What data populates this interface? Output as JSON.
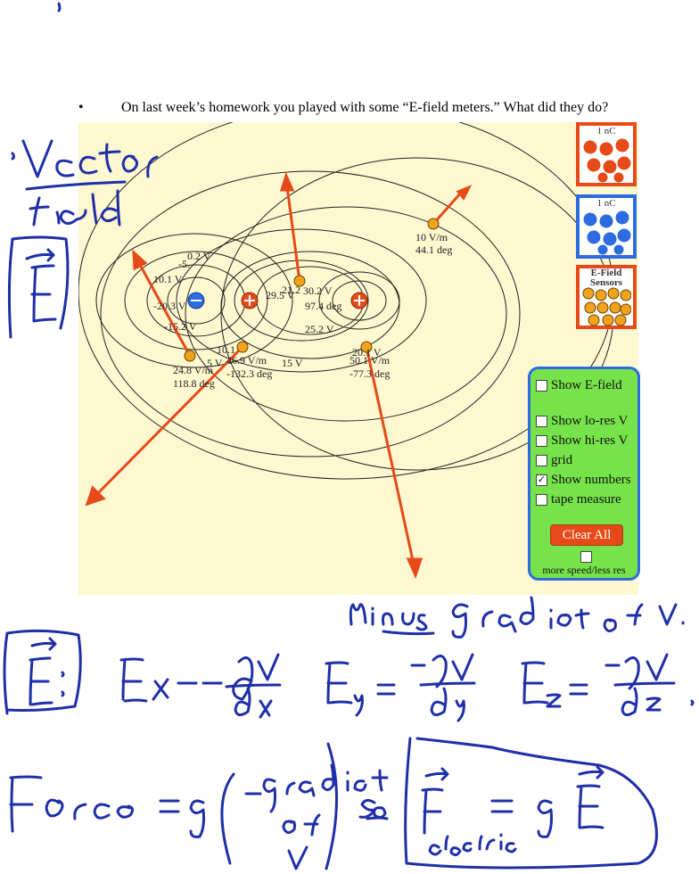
{
  "slide": {
    "bullet": "•",
    "prompt": "On last week’s homework you played with some “E-field meters.” What did they do?"
  },
  "sim": {
    "charge_bins": [
      {
        "label": "1 nC",
        "kind": "positive",
        "color": "#e64a19"
      },
      {
        "label": "1 nC",
        "kind": "negative",
        "color": "#2d6be0"
      }
    ],
    "sensor_bin": {
      "label": "E-Field Sensors",
      "color": "#e64a19"
    },
    "potential_labels": [
      "0.2 V",
      "-5.",
      "10.1 V",
      "-20.3 V",
      "-15.2 V",
      "5 V",
      "10.1",
      "29.5 V",
      "21.2",
      "30.2 V",
      "25.2 V",
      "15 V",
      "20.1 V"
    ],
    "sensors": [
      {
        "magnitude": "10 V/m",
        "angle": "44.1 deg"
      },
      {
        "magnitude": "",
        "angle": "97.4 deg"
      },
      {
        "magnitude": "24.8 V/m",
        "angle": "118.8 deg"
      },
      {
        "magnitude": "46.9 V/m",
        "angle": "-132.3 deg"
      },
      {
        "magnitude": "50.1 V/m",
        "angle": "-77.3 deg"
      }
    ],
    "controls": {
      "show_efield": {
        "label": "Show E-field",
        "checked": false
      },
      "show_lores": {
        "label": "Show lo-res V",
        "checked": false
      },
      "show_hires": {
        "label": "Show hi-res V",
        "checked": false
      },
      "grid": {
        "label": "grid",
        "checked": false
      },
      "show_numbers": {
        "label": "Show numbers",
        "checked": true
      },
      "tape_measure": {
        "label": "tape measure",
        "checked": false
      },
      "clear_all": "Clear All",
      "speed": {
        "label": "more speed/less res",
        "checked": false
      }
    }
  },
  "notes": {
    "vector_field": "Vector field",
    "efield_symbol": "E",
    "minus_gradient": "Minus gradient of V.",
    "e_def": "E:",
    "ex": "Ex = -∂V/∂x",
    "ey": "Ey = -∂V/∂y",
    "ez": "Ez = -∂V/∂z",
    "force": "Force = q(- gradient of V)",
    "so": "so",
    "f_electric": "F electric = q E"
  }
}
